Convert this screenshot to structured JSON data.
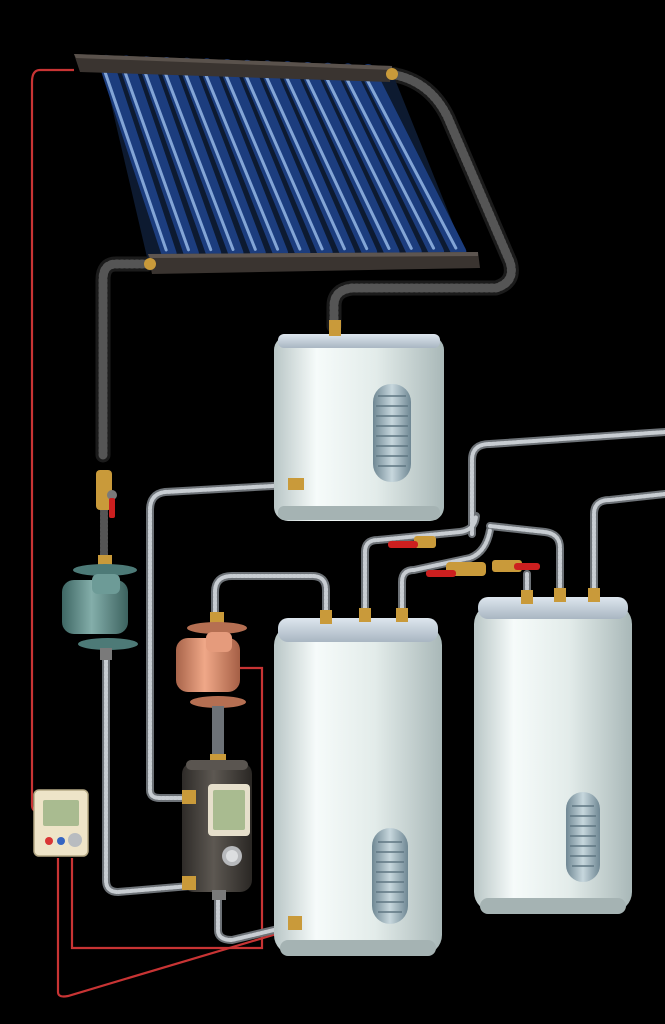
{
  "title": "",
  "caption": "",
  "colors": {
    "background": "#000000",
    "tube": "#2a4f92",
    "tube_highlight": "#9dc0ec",
    "tank": "#e8efee",
    "tank_cap": "#c9d3de",
    "copper_pipe": "#3a3a3a",
    "flex_hose": "#bfc4c9",
    "wire": "#d43a3a",
    "brass": "#c99a3a",
    "pump_green": "#5b8a86",
    "pump_orange": "#d98a68",
    "controller_body": "#3f3b37",
    "thermostat_body": "#ede3c8",
    "display": "#aebf93",
    "valve_handle": "#cc1f1f"
  },
  "components": [
    {
      "id": "solar-collector",
      "icon": "evacuated-tube-collector-icon",
      "tube_count": 14
    },
    {
      "id": "expansion-tank",
      "icon": "tank-icon"
    },
    {
      "id": "main-storage-tank",
      "icon": "tank-icon"
    },
    {
      "id": "backup-water-heater",
      "icon": "tank-icon"
    },
    {
      "id": "circulation-pump-green",
      "icon": "pump-icon"
    },
    {
      "id": "circulation-pump-orange",
      "icon": "pump-icon"
    },
    {
      "id": "pump-controller",
      "icon": "controller-icon"
    },
    {
      "id": "thermostat",
      "icon": "thermostat-icon"
    },
    {
      "id": "ball-valves",
      "icon": "valve-icon"
    }
  ]
}
